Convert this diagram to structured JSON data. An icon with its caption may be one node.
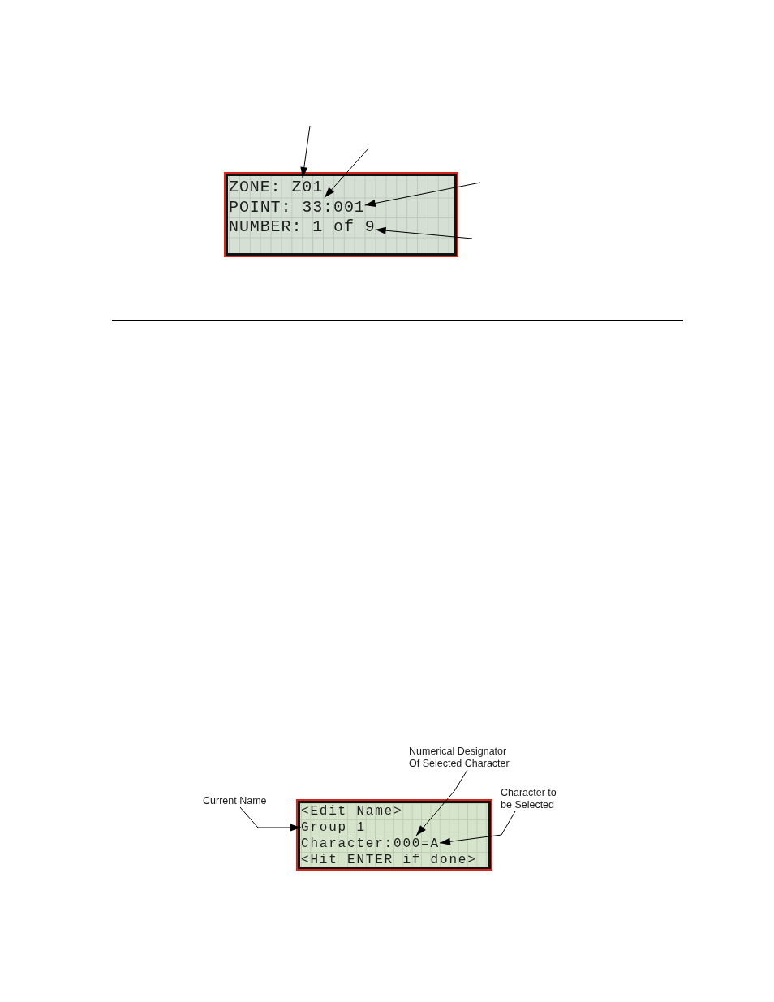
{
  "diagram": {
    "nodes": [
      {
        "text": [],
        "shape": "box"
      },
      {
        "text": [
          "ZONE: Z01"
        ],
        "in": 0
      },
      {
        "text": [
          "POINT: 33:001"
        ],
        "in": 0
      },
      {
        "text": [
          "NUMBER: 1 of 9"
        ],
        "in": 0
      },
      {
        "text": [
          "Numerical Designator Of Selected Character"
        ]
      },
      {
        "text": [
          "Current Name"
        ]
      },
      {
        "text": [
          "Character to be Selected"
        ]
      },
      {
        "text": [],
        "shape": "box"
      },
      {
        "text": [
          "<Edit Name>"
        ],
        "in": 7
      },
      {
        "text": [
          "Group_1"
        ],
        "in": 7
      },
      {
        "text": [
          "Character:000=A"
        ],
        "in": 7
      },
      {
        "text": [
          "<Hit ENTER if done>"
        ],
        "in": 7
      }
    ],
    "edges": [
      {
        "from": null,
        "to": 1,
        "arrow": "to"
      },
      {
        "from": null,
        "to": 2,
        "arrow": "to"
      },
      {
        "from": null,
        "to": 2,
        "arrow": "to"
      },
      {
        "from": null,
        "to": 3,
        "arrow": "to"
      },
      {
        "from": 5,
        "to": 9,
        "arrow": "to"
      },
      {
        "from": 4,
        "to": 10,
        "arrow": "to"
      },
      {
        "from": 6,
        "to": 10,
        "arrow": "to"
      }
    ]
  }
}
